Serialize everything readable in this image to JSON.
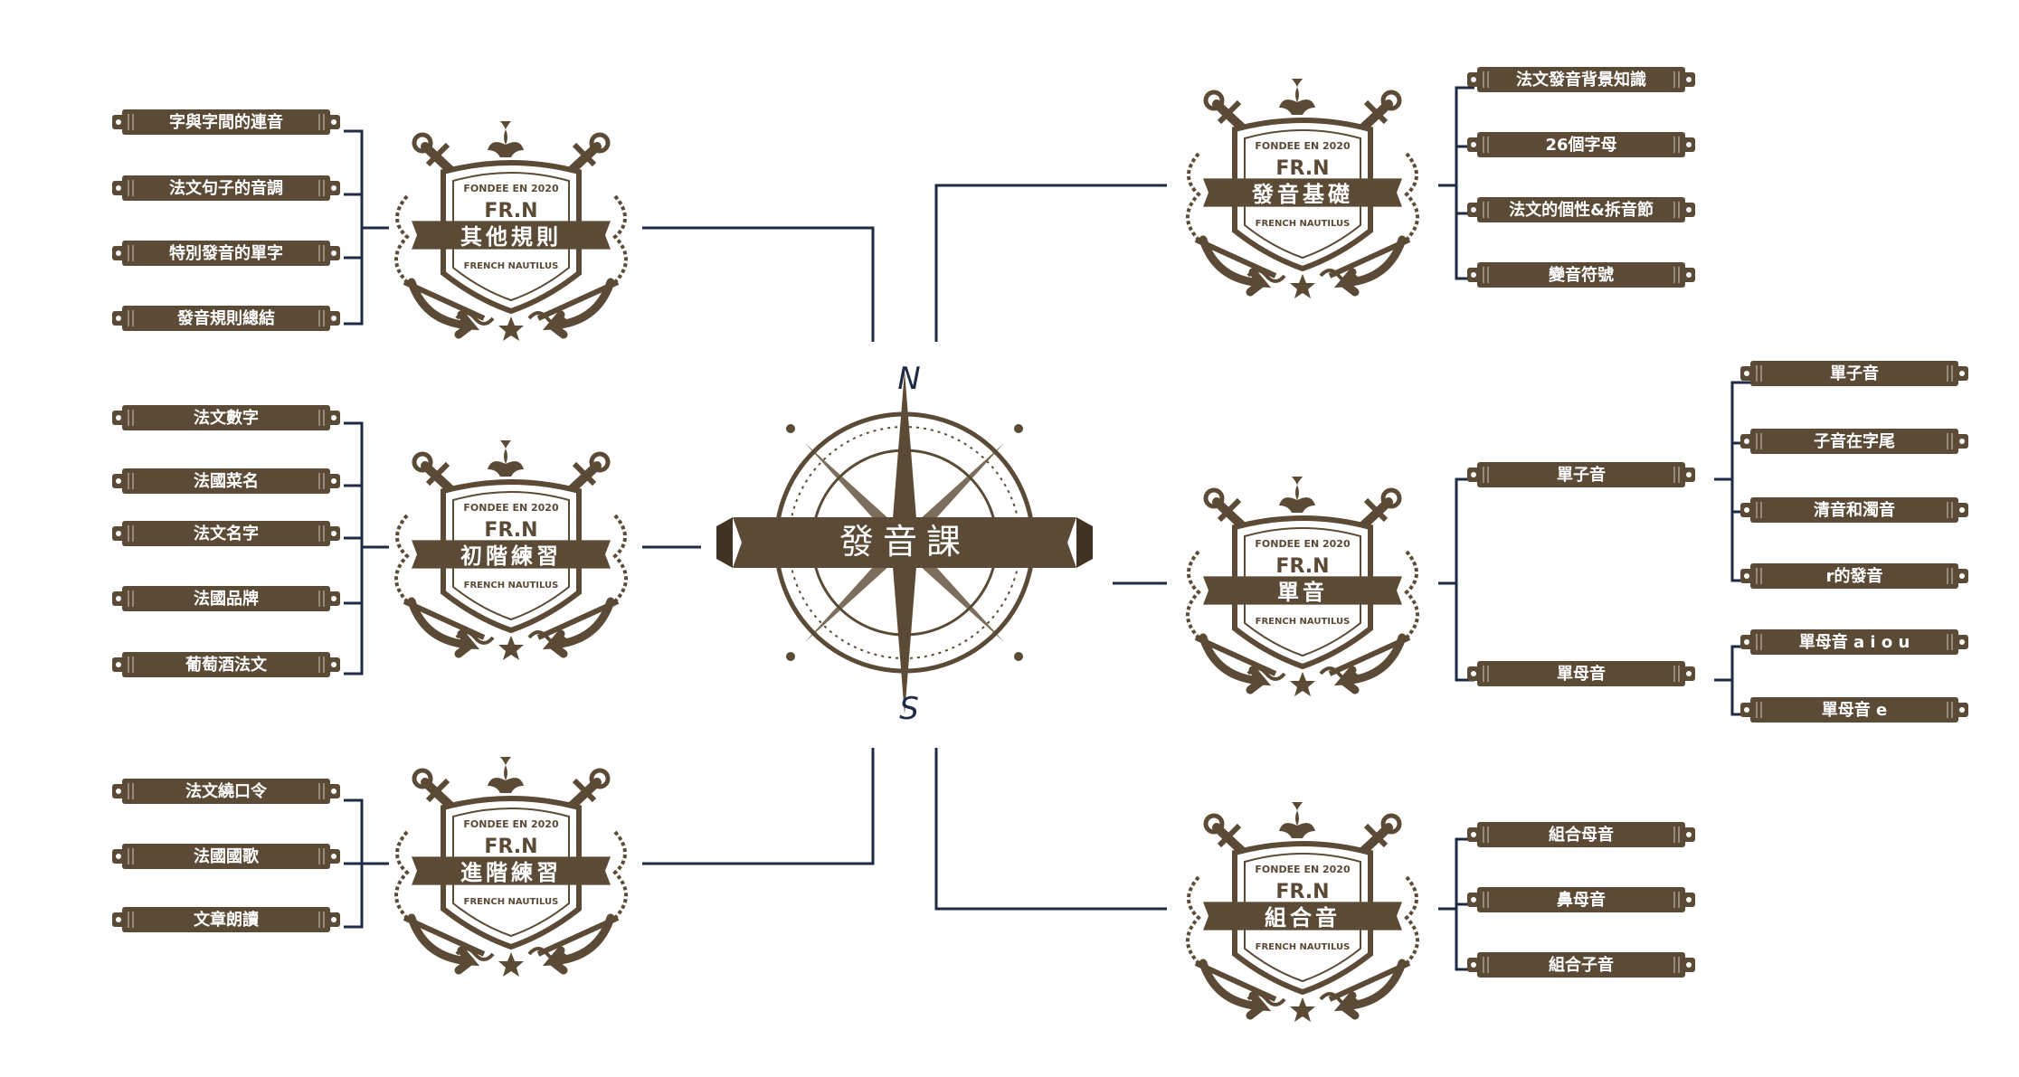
{
  "center": {
    "title": "發音課",
    "north": "N",
    "south": "S"
  },
  "emblem_text": {
    "top": "FONDEE EN 2020",
    "mono": "FR.N",
    "bottom": "FRENCH NAUTILUS"
  },
  "colors": {
    "brown": "#5b4a35",
    "line": "#1f2a44",
    "plaque_text": "#ffffff"
  },
  "groups": {
    "other_rules": {
      "title": "其他規則",
      "items": [
        "字與字間的連音",
        "法文句子的音調",
        "特別發音的單字",
        "發音規則總結"
      ]
    },
    "beginner": {
      "title": "初階練習",
      "items": [
        "法文數字",
        "法國菜名",
        "法文名字",
        "法國品牌",
        "葡萄酒法文"
      ]
    },
    "advanced": {
      "title": "進階練習",
      "items": [
        "法文繞口令",
        "法國國歌",
        "文章朗讀"
      ]
    },
    "basics": {
      "title": "發音基礎",
      "items": [
        "法文發音背景知識",
        "26個字母",
        "法文的個性&拆音節",
        "變音符號"
      ]
    },
    "single": {
      "title": "單音",
      "sub": [
        {
          "label": "單子音",
          "items": [
            "單子音",
            "子音在字尾",
            "清音和濁音",
            "r的發音"
          ]
        },
        {
          "label": "單母音",
          "items": [
            "單母音 a i o u",
            "單母音 e"
          ]
        }
      ]
    },
    "combined": {
      "title": "組合音",
      "items": [
        "組合母音",
        "鼻母音",
        "組合子音"
      ]
    }
  }
}
